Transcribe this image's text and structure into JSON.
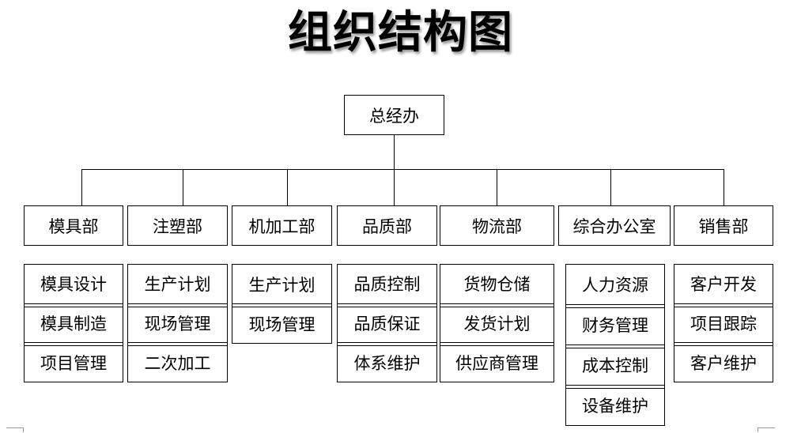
{
  "title": "组织结构图",
  "root": {
    "label": "总经办"
  },
  "departments": [
    {
      "label": "模具部",
      "items": [
        "模具设计",
        "模具制造",
        "项目管理"
      ]
    },
    {
      "label": "注塑部",
      "items": [
        "生产计划",
        "现场管理",
        "二次加工"
      ]
    },
    {
      "label": "机加工部",
      "items": [
        "生产计划",
        "现场管理"
      ]
    },
    {
      "label": "品质部",
      "items": [
        "品质控制",
        "品质保证",
        "体系维护"
      ]
    },
    {
      "label": "物流部",
      "items": [
        "货物仓储",
        "发货计划",
        "供应商管理"
      ]
    },
    {
      "label": "综合办公室",
      "items": [
        "人力资源",
        "财务管理",
        "成本控制",
        "设备维护"
      ]
    },
    {
      "label": "销售部",
      "items": [
        "客户开发",
        "项目跟踪",
        "客户维护"
      ]
    }
  ]
}
